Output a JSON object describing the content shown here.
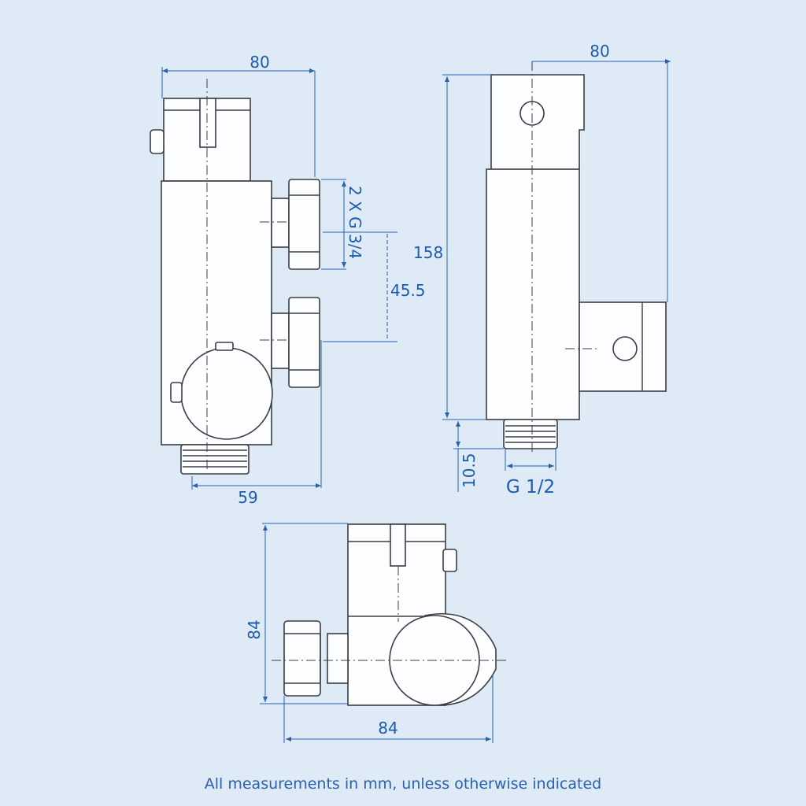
{
  "front_view": {
    "dim_width": "80",
    "dim_outlet": "59",
    "dim_inlets": "2 X G 3/4",
    "dim_spacing": "45.5"
  },
  "side_view": {
    "dim_width": "80",
    "dim_height": "158",
    "dim_thread_length": "10.5",
    "dim_thread": "G 1/2"
  },
  "top_view": {
    "dim_height": "84",
    "dim_width": "84"
  },
  "footer": {
    "note": "All measurements in mm, unless otherwise indicated"
  },
  "colors": {
    "background": "#dfeaf7",
    "dimension": "#2a62b0",
    "outline": "#3a3d42"
  }
}
